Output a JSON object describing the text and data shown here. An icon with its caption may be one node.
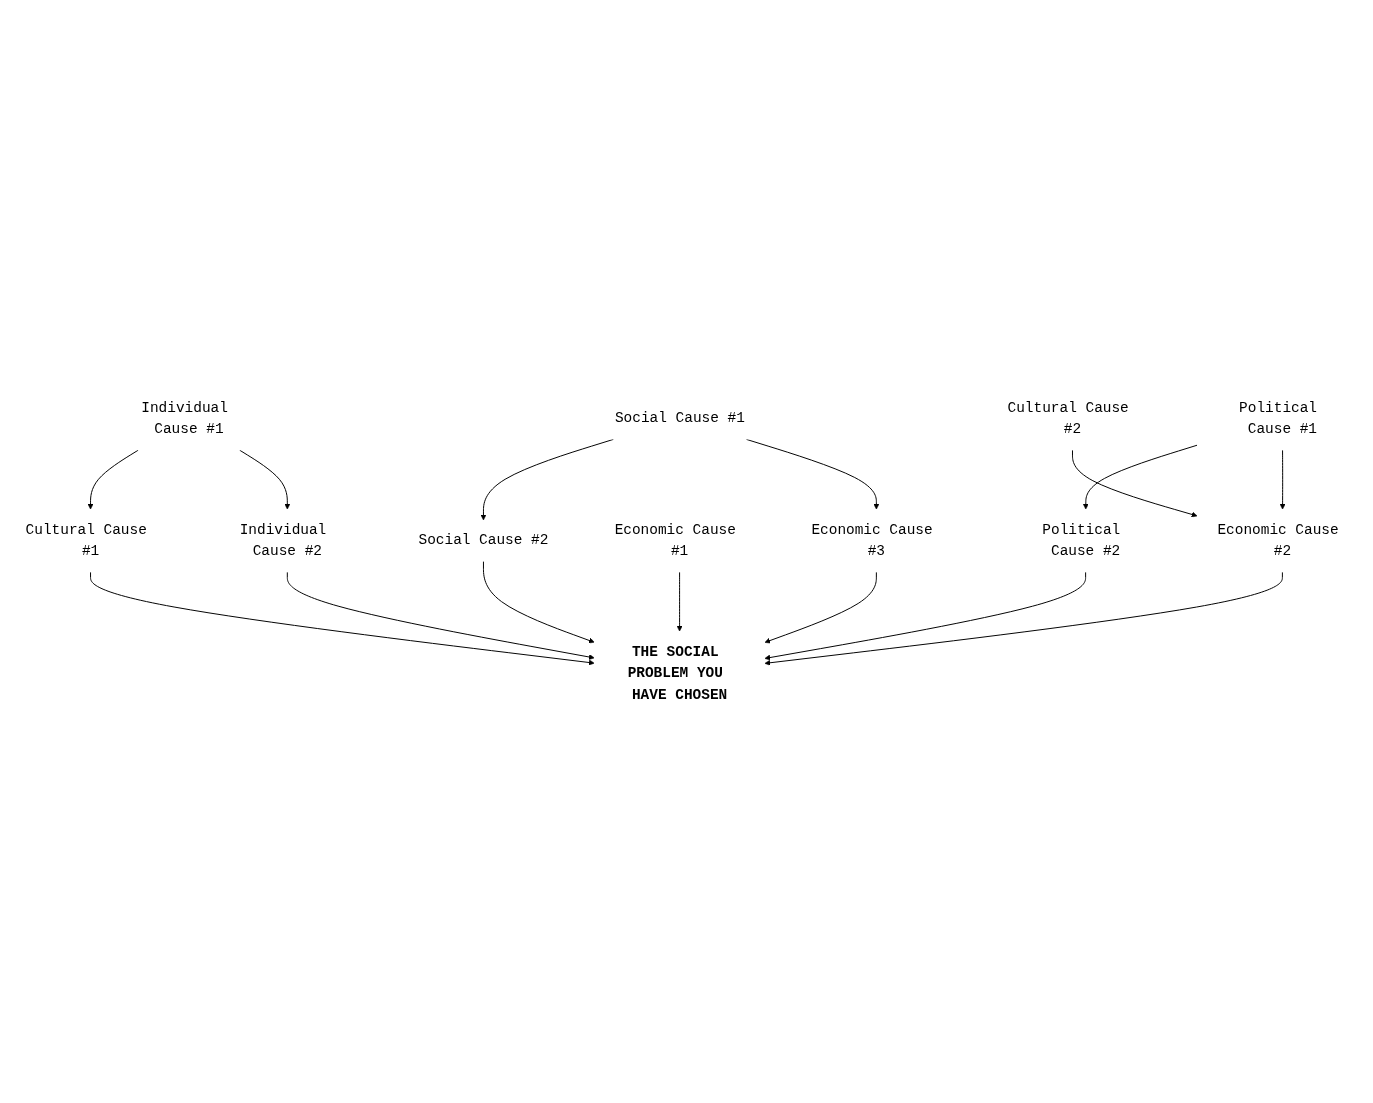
{
  "diagram": {
    "nodes": [
      {
        "text": [
          "Individual Cause #1"
        ]
      },
      {
        "text": [
          "Cultural Cause #1"
        ]
      },
      {
        "text": [
          "Social Cause #1"
        ]
      },
      {
        "text": [
          "Individual Cause #2"
        ]
      },
      {
        "text": [
          "Cultural Cause #2"
        ]
      },
      {
        "text": [
          "Social Cause #2"
        ]
      },
      {
        "text": [
          "Political Cause #1"
        ]
      },
      {
        "text": [
          "Economic Cause #1"
        ]
      },
      {
        "text": [
          "Political Cause #2"
        ]
      },
      {
        "text": [
          "Economic Cause #2"
        ]
      },
      {
        "text": [
          "Economic Cause #3"
        ]
      },
      {
        "text": [
          "THE SOCIAL PROBLEM YOU HAVE CHOSEN"
        ]
      }
    ],
    "edges": [
      {
        "from": 0,
        "to": 1,
        "arrow": "to"
      },
      {
        "from": 0,
        "to": 3,
        "arrow": "to"
      },
      {
        "from": 2,
        "to": 5,
        "arrow": "to"
      },
      {
        "from": 2,
        "to": 10,
        "arrow": "to"
      },
      {
        "from": 3,
        "to": 11,
        "arrow": "to"
      },
      {
        "from": 1,
        "to": 11,
        "arrow": "to"
      },
      {
        "from": 4,
        "to": 9,
        "arrow": "to"
      },
      {
        "from": 5,
        "to": 11,
        "arrow": "to"
      },
      {
        "from": 6,
        "to": 8,
        "arrow": "to"
      },
      {
        "from": 6,
        "to": 9,
        "arrow": "to"
      },
      {
        "from": 7,
        "to": 11,
        "arrow": "to"
      },
      {
        "from": 8,
        "to": 11,
        "arrow": "to"
      },
      {
        "from": 9,
        "to": 11,
        "arrow": "to"
      },
      {
        "from": 10,
        "to": 11,
        "arrow": "to"
      }
    ]
  }
}
